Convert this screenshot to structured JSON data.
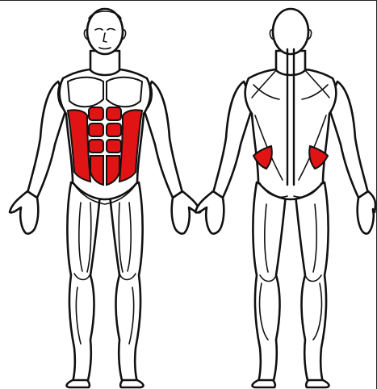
{
  "colors": {
    "background": "#ffffff",
    "outline": "#111111",
    "highlight": "#e01414"
  },
  "figures": [
    {
      "view": "front",
      "highlighted_muscles": [
        "rectus-abdominis",
        "external-obliques"
      ]
    },
    {
      "view": "back",
      "highlighted_muscles": [
        "external-obliques"
      ]
    }
  ]
}
